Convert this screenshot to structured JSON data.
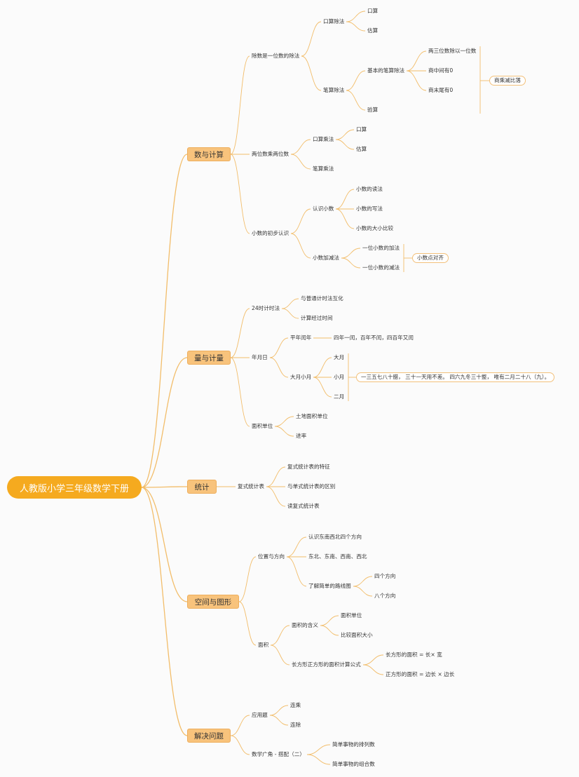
{
  "colors": {
    "root_bg": "#f5aa1f",
    "main_bg": "#f8c37c",
    "line": "#f2bd6a"
  },
  "root": "人教版小学三年级数学下册",
  "branches": [
    {
      "label": "数与计算",
      "children": [
        {
          "label": "除数是一位数的除法",
          "children": [
            {
              "label": "口算除法",
              "children": [
                {
                  "label": "口算"
                },
                {
                  "label": "估算"
                }
              ]
            },
            {
              "label": "笔算除法",
              "children": [
                {
                  "label": "基本的笔算除法",
                  "children": [
                    {
                      "label": "两三位数除以一位数"
                    },
                    {
                      "label": "商中间有0"
                    },
                    {
                      "label": "商末尾有0"
                    }
                  ]
                },
                {
                  "label": "验算"
                }
              ]
            }
          ]
        },
        {
          "label": "两位数乘两位数",
          "children": [
            {
              "label": "口算乘法",
              "children": [
                {
                  "label": "口算"
                },
                {
                  "label": "估算"
                }
              ]
            },
            {
              "label": "笔算乘法"
            }
          ]
        },
        {
          "label": "小数的初步认识",
          "children": [
            {
              "label": "认识小数",
              "children": [
                {
                  "label": "小数的读法"
                },
                {
                  "label": "小数的写法"
                },
                {
                  "label": "小数的大小比较"
                }
              ]
            },
            {
              "label": "小数加减法",
              "children": [
                {
                  "label": "一位小数的加法"
                },
                {
                  "label": "一位小数的减法"
                }
              ]
            }
          ]
        }
      ]
    },
    {
      "label": "量与计量",
      "children": [
        {
          "label": "24时计时法",
          "children": [
            {
              "label": "与普通计时法互化"
            },
            {
              "label": "计算经过时间"
            }
          ]
        },
        {
          "label": "年月日",
          "children": [
            {
              "label": "平年闰年",
              "children": [
                {
                  "label": "四年一闰，百年不闰，四百年又闰"
                }
              ]
            },
            {
              "label": "大月小月",
              "children": [
                {
                  "label": "大月"
                },
                {
                  "label": "小月"
                },
                {
                  "label": "二月"
                }
              ]
            }
          ]
        },
        {
          "label": "面积单位",
          "children": [
            {
              "label": "土地面积单位"
            },
            {
              "label": "进率"
            }
          ]
        }
      ]
    },
    {
      "label": "统计",
      "children": [
        {
          "label": "复式统计表",
          "children": [
            {
              "label": "复式统计表的特征"
            },
            {
              "label": "与单式统计表的区别"
            },
            {
              "label": "读复式统计表"
            }
          ]
        }
      ]
    },
    {
      "label": "空间与图形",
      "children": [
        {
          "label": "位置与方向",
          "children": [
            {
              "label": "认识东南西北四个方向"
            },
            {
              "label": "东北、东南、西南、西北"
            },
            {
              "label": "了解简单的路线图",
              "children": [
                {
                  "label": "四个方向"
                },
                {
                  "label": "八个方向"
                }
              ]
            }
          ]
        },
        {
          "label": "面积",
          "children": [
            {
              "label": "面积的含义",
              "children": [
                {
                  "label": "面积单位"
                },
                {
                  "label": "比较面积大小"
                }
              ]
            },
            {
              "label": "长方形正方形的面积计算公式",
              "children": [
                {
                  "label": "长方形的面积 = 长× 宽"
                },
                {
                  "label": "正方形的面积 = 边长 × 边长"
                }
              ]
            }
          ]
        }
      ]
    },
    {
      "label": "解决问题",
      "children": [
        {
          "label": "应用题",
          "children": [
            {
              "label": "连乘"
            },
            {
              "label": "连除"
            }
          ]
        },
        {
          "label": "数学广角 - 搭配（二）",
          "children": [
            {
              "label": "简单事物的排列数"
            },
            {
              "label": "简单事物的组合数"
            }
          ]
        }
      ]
    }
  ],
  "summaries": [
    {
      "label": "商乘减比落"
    },
    {
      "label": "小数点对齐"
    },
    {
      "label": "一三五七八十腊， 三十一天用不差。 四六九冬三十整， 唯有二月二十八（九）。"
    }
  ]
}
